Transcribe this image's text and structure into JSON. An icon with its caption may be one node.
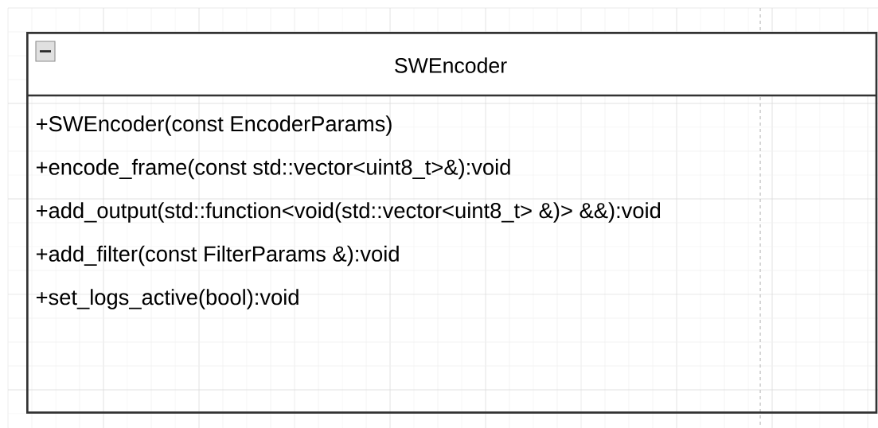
{
  "diagram": {
    "nodes": [
      {
        "text": [
          "SWEncoder",
          "+SWEncoder(const EncoderParams)",
          "+encode_frame(const std::vector<uint8_t>&):void",
          "+add_output(std::function<void(std::vector<uint8_t> &)> &&):void",
          "+add_filter(const FilterParams &):void",
          "+set_logs_active(bool):void"
        ]
      }
    ]
  }
}
